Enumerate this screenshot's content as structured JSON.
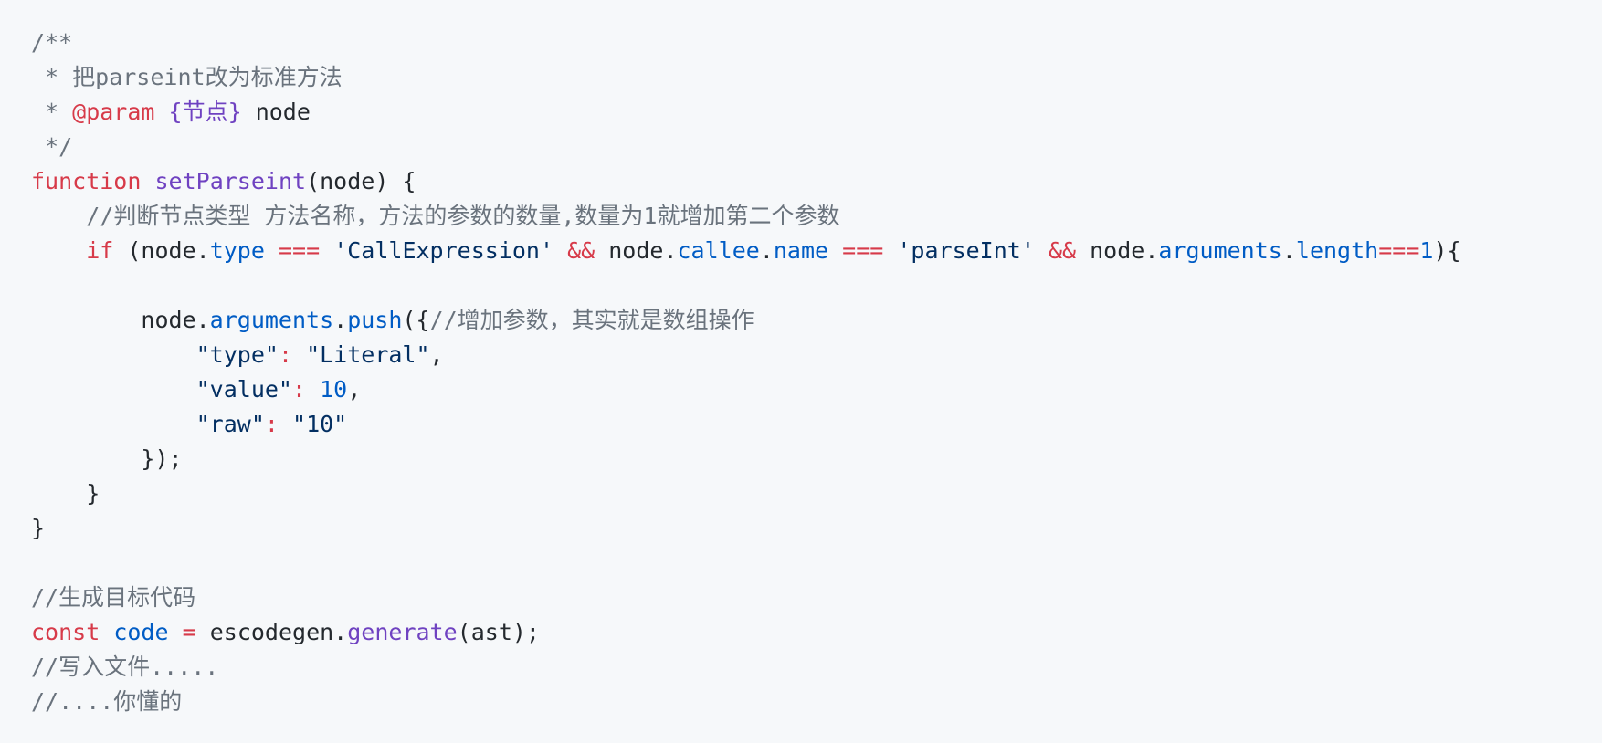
{
  "colors": {
    "background": "#f6f8fa",
    "comment": "#6a737d",
    "keyword": "#d73a49",
    "function": "#6f42c1",
    "property": "#005cc5",
    "string": "#032f62",
    "plain": "#24292e"
  },
  "lines": [
    [
      {
        "t": "comment",
        "v": "/**"
      }
    ],
    [
      {
        "t": "comment",
        "v": " * 把parseint改为标准方法"
      }
    ],
    [
      {
        "t": "comment",
        "v": " * "
      },
      {
        "t": "keyword",
        "v": "@param"
      },
      {
        "t": "plain",
        "v": " "
      },
      {
        "t": "type",
        "v": "{节点}"
      },
      {
        "t": "plain",
        "v": " node"
      }
    ],
    [
      {
        "t": "comment",
        "v": " */"
      }
    ],
    [
      {
        "t": "keyword",
        "v": "function"
      },
      {
        "t": "plain",
        "v": " "
      },
      {
        "t": "func",
        "v": "setParseint"
      },
      {
        "t": "plain",
        "v": "(node) {"
      }
    ],
    [
      {
        "t": "plain",
        "v": "    "
      },
      {
        "t": "comment",
        "v": "//判断节点类型 方法名称，方法的参数的数量,数量为1就增加第二个参数"
      }
    ],
    [
      {
        "t": "plain",
        "v": "    "
      },
      {
        "t": "keyword",
        "v": "if"
      },
      {
        "t": "plain",
        "v": " (node."
      },
      {
        "t": "prop",
        "v": "type"
      },
      {
        "t": "plain",
        "v": " "
      },
      {
        "t": "operator",
        "v": "==="
      },
      {
        "t": "plain",
        "v": " "
      },
      {
        "t": "string",
        "v": "'CallExpression'"
      },
      {
        "t": "plain",
        "v": " "
      },
      {
        "t": "operator",
        "v": "&&"
      },
      {
        "t": "plain",
        "v": " node."
      },
      {
        "t": "prop",
        "v": "callee"
      },
      {
        "t": "plain",
        "v": "."
      },
      {
        "t": "prop",
        "v": "name"
      },
      {
        "t": "plain",
        "v": " "
      },
      {
        "t": "operator",
        "v": "==="
      },
      {
        "t": "plain",
        "v": " "
      },
      {
        "t": "string",
        "v": "'parseInt'"
      },
      {
        "t": "plain",
        "v": " "
      },
      {
        "t": "operator",
        "v": "&&"
      },
      {
        "t": "plain",
        "v": " node."
      },
      {
        "t": "prop",
        "v": "arguments"
      },
      {
        "t": "plain",
        "v": "."
      },
      {
        "t": "prop",
        "v": "length"
      },
      {
        "t": "operator",
        "v": "==="
      },
      {
        "t": "number",
        "v": "1"
      },
      {
        "t": "plain",
        "v": "){"
      }
    ],
    [],
    [
      {
        "t": "plain",
        "v": "        node."
      },
      {
        "t": "prop",
        "v": "arguments"
      },
      {
        "t": "plain",
        "v": "."
      },
      {
        "t": "prop",
        "v": "push"
      },
      {
        "t": "plain",
        "v": "({"
      },
      {
        "t": "comment",
        "v": "//增加参数，其实就是数组操作"
      }
    ],
    [
      {
        "t": "plain",
        "v": "            "
      },
      {
        "t": "string",
        "v": "\"type\""
      },
      {
        "t": "operator",
        "v": ":"
      },
      {
        "t": "plain",
        "v": " "
      },
      {
        "t": "string",
        "v": "\"Literal\""
      },
      {
        "t": "plain",
        "v": ","
      }
    ],
    [
      {
        "t": "plain",
        "v": "            "
      },
      {
        "t": "string",
        "v": "\"value\""
      },
      {
        "t": "operator",
        "v": ":"
      },
      {
        "t": "plain",
        "v": " "
      },
      {
        "t": "number",
        "v": "10"
      },
      {
        "t": "plain",
        "v": ","
      }
    ],
    [
      {
        "t": "plain",
        "v": "            "
      },
      {
        "t": "string",
        "v": "\"raw\""
      },
      {
        "t": "operator",
        "v": ":"
      },
      {
        "t": "plain",
        "v": " "
      },
      {
        "t": "string",
        "v": "\"10\""
      }
    ],
    [
      {
        "t": "plain",
        "v": "        });"
      }
    ],
    [
      {
        "t": "plain",
        "v": "    }"
      }
    ],
    [
      {
        "t": "plain",
        "v": "}"
      }
    ],
    [],
    [
      {
        "t": "comment",
        "v": "//生成目标代码"
      }
    ],
    [
      {
        "t": "keyword",
        "v": "const"
      },
      {
        "t": "plain",
        "v": " "
      },
      {
        "t": "prop",
        "v": "code"
      },
      {
        "t": "plain",
        "v": " "
      },
      {
        "t": "operator",
        "v": "="
      },
      {
        "t": "plain",
        "v": " escodegen."
      },
      {
        "t": "func",
        "v": "generate"
      },
      {
        "t": "plain",
        "v": "(ast);"
      }
    ],
    [
      {
        "t": "comment",
        "v": "//写入文件....."
      }
    ],
    [
      {
        "t": "comment",
        "v": "//....你懂的"
      }
    ]
  ]
}
